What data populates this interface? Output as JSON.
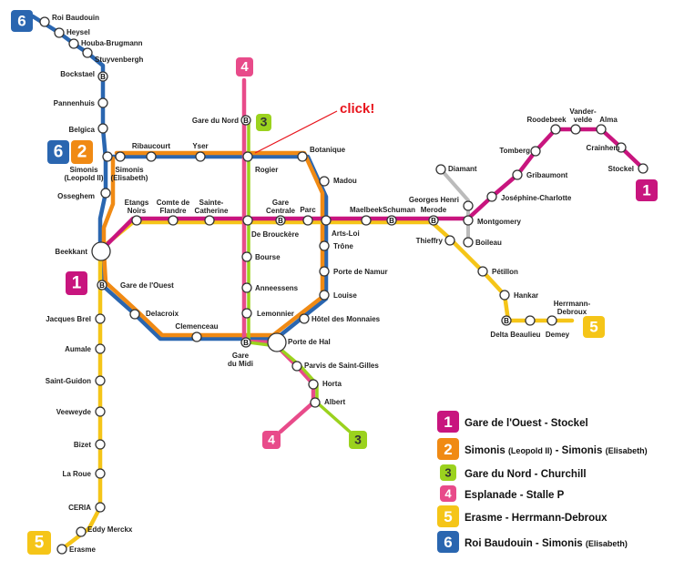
{
  "colors": {
    "line1": "#c8157e",
    "line2": "#f08a14",
    "line3": "#9bd21e",
    "line4": "#e84b8a",
    "line5": "#f5c518",
    "line6": "#2a66b0",
    "branch": "#bbbbbb",
    "annotation": "#e8141c"
  },
  "annotation": {
    "text": "click!"
  },
  "badges": [
    {
      "id": "b6-top",
      "text": "6",
      "line": "line6"
    },
    {
      "id": "b4-top",
      "text": "4",
      "line": "line4"
    },
    {
      "id": "b3-top",
      "text": "3",
      "line": "line3"
    },
    {
      "id": "b6-mid",
      "text": "6",
      "line": "line6"
    },
    {
      "id": "b2-mid",
      "text": "2",
      "line": "line2"
    },
    {
      "id": "b1-left",
      "text": "1",
      "line": "line1"
    },
    {
      "id": "b1-right",
      "text": "1",
      "line": "line1"
    },
    {
      "id": "b5-right",
      "text": "5",
      "line": "line5"
    },
    {
      "id": "b4-bottom",
      "text": "4",
      "line": "line4"
    },
    {
      "id": "b3-bottom",
      "text": "3",
      "line": "line3"
    },
    {
      "id": "b5-bottom",
      "text": "5",
      "line": "line5"
    }
  ],
  "train_marker": "B",
  "stations": [
    {
      "id": "roi-baudouin",
      "name": [
        "Roi Baudouin"
      ]
    },
    {
      "id": "heysel",
      "name": [
        "Heysel"
      ]
    },
    {
      "id": "houba-brugmann",
      "name": [
        "Houba-Brugmann"
      ]
    },
    {
      "id": "stuyvenbergh",
      "name": [
        "Stuyvenbergh"
      ]
    },
    {
      "id": "bockstael",
      "name": [
        "Bockstael"
      ]
    },
    {
      "id": "pannenhuis",
      "name": [
        "Pannenhuis"
      ]
    },
    {
      "id": "belgica",
      "name": [
        "Belgica"
      ]
    },
    {
      "id": "simonis-leopold",
      "name": [
        "Simonis",
        "(Leopold II)"
      ]
    },
    {
      "id": "simonis-elisabeth",
      "name": [
        "Simonis",
        "(Elisabeth)"
      ]
    },
    {
      "id": "ribaucourt",
      "name": [
        "Ribaucourt"
      ]
    },
    {
      "id": "yser",
      "name": [
        "Yser"
      ]
    },
    {
      "id": "rogier",
      "name": [
        "Rogier"
      ]
    },
    {
      "id": "botanique",
      "name": [
        "Botanique"
      ]
    },
    {
      "id": "madou",
      "name": [
        "Madou"
      ]
    },
    {
      "id": "osseghem",
      "name": [
        "Osseghem"
      ]
    },
    {
      "id": "etangs-noirs",
      "name": [
        "Etangs",
        "Noirs"
      ]
    },
    {
      "id": "comte-de-flandre",
      "name": [
        "Comte de",
        "Flandre"
      ]
    },
    {
      "id": "sainte-catherine",
      "name": [
        "Sainte-",
        "Catherine"
      ]
    },
    {
      "id": "de-brouckere",
      "name": [
        "De Brouckère"
      ]
    },
    {
      "id": "gare-centrale",
      "name": [
        "Gare",
        "Centrale"
      ]
    },
    {
      "id": "parc",
      "name": [
        "Parc"
      ]
    },
    {
      "id": "arts-loi",
      "name": [
        "Arts-Loi"
      ]
    },
    {
      "id": "maelbeek",
      "name": [
        "Maelbeek"
      ]
    },
    {
      "id": "schuman",
      "name": [
        "Schuman"
      ]
    },
    {
      "id": "merode",
      "name": [
        "Merode"
      ]
    },
    {
      "id": "montgomery",
      "name": [
        "Montgomery"
      ]
    },
    {
      "id": "beekkant",
      "name": [
        "Beekkant"
      ]
    },
    {
      "id": "gare-de-louest",
      "name": [
        "Gare de l'Ouest"
      ]
    },
    {
      "id": "gare-du-nord",
      "name": [
        "Gare du Nord"
      ]
    },
    {
      "id": "bourse",
      "name": [
        "Bourse"
      ]
    },
    {
      "id": "anneessens",
      "name": [
        "Anneessens"
      ]
    },
    {
      "id": "lemonnier",
      "name": [
        "Lemonnier"
      ]
    },
    {
      "id": "gare-du-midi",
      "name": [
        "Gare",
        "du Midi"
      ]
    },
    {
      "id": "porte-de-hal",
      "name": [
        "Porte de Hal"
      ]
    },
    {
      "id": "parvis-de-saint-gilles",
      "name": [
        "Parvis de Saint-Gilles"
      ]
    },
    {
      "id": "horta",
      "name": [
        "Horta"
      ]
    },
    {
      "id": "albert",
      "name": [
        "Albert"
      ]
    },
    {
      "id": "trone",
      "name": [
        "Trône"
      ]
    },
    {
      "id": "porte-de-namur",
      "name": [
        "Porte de Namur"
      ]
    },
    {
      "id": "louise",
      "name": [
        "Louise"
      ]
    },
    {
      "id": "hotel-des-monnaies",
      "name": [
        "Hôtel des Monnaies"
      ]
    },
    {
      "id": "delacroix",
      "name": [
        "Delacroix"
      ]
    },
    {
      "id": "clemenceau",
      "name": [
        "Clemenceau"
      ]
    },
    {
      "id": "jacques-brel",
      "name": [
        "Jacques Brel"
      ]
    },
    {
      "id": "aumale",
      "name": [
        "Aumale"
      ]
    },
    {
      "id": "saint-guidon",
      "name": [
        "Saint-Guidon"
      ]
    },
    {
      "id": "veeweyde",
      "name": [
        "Veeweyde"
      ]
    },
    {
      "id": "bizet",
      "name": [
        "Bizet"
      ]
    },
    {
      "id": "la-roue",
      "name": [
        "La Roue"
      ]
    },
    {
      "id": "ceria",
      "name": [
        "CERIA"
      ]
    },
    {
      "id": "eddy-merckx",
      "name": [
        "Eddy Merckx"
      ]
    },
    {
      "id": "erasme",
      "name": [
        "Erasme"
      ]
    },
    {
      "id": "thieffry",
      "name": [
        "Thieffry"
      ]
    },
    {
      "id": "petillon",
      "name": [
        "Pétillon"
      ]
    },
    {
      "id": "hankar",
      "name": [
        "Hankar"
      ]
    },
    {
      "id": "delta-beaulieu",
      "name": [
        "Delta Beaulieu"
      ]
    },
    {
      "id": "demey",
      "name": [
        "Demey"
      ]
    },
    {
      "id": "herrmann-debroux",
      "name": [
        "Herrmann-",
        "Debroux"
      ]
    },
    {
      "id": "diamant",
      "name": [
        "Diamant"
      ]
    },
    {
      "id": "georges-henri",
      "name": [
        "Georges Henri"
      ]
    },
    {
      "id": "boileau",
      "name": [
        "Boileau"
      ]
    },
    {
      "id": "josephine-charlotte",
      "name": [
        "Joséphine-Charlotte"
      ]
    },
    {
      "id": "gribaumont",
      "name": [
        "Gribaumont"
      ]
    },
    {
      "id": "tomberg",
      "name": [
        "Tomberg"
      ]
    },
    {
      "id": "roodebeek",
      "name": [
        "Roodebeek"
      ]
    },
    {
      "id": "vandervelde",
      "name": [
        "Vander-",
        "velde"
      ]
    },
    {
      "id": "alma",
      "name": [
        "Alma"
      ]
    },
    {
      "id": "crainhem",
      "name": [
        "Crainhem"
      ]
    },
    {
      "id": "stockel",
      "name": [
        "Stockel"
      ]
    }
  ],
  "legend": [
    {
      "line": "line1",
      "number": "1",
      "parts": [
        {
          "t": "Gare de l'Ouest - Stockel",
          "small": false
        }
      ]
    },
    {
      "line": "line2",
      "number": "2",
      "parts": [
        {
          "t": "Simonis ",
          "small": false
        },
        {
          "t": "(Leopold II)",
          "small": true
        },
        {
          "t": " - Simonis ",
          "small": false
        },
        {
          "t": "(Elisabeth)",
          "small": true
        }
      ]
    },
    {
      "line": "line3",
      "number": "3",
      "parts": [
        {
          "t": "Gare du Nord - Churchill",
          "small": false
        }
      ]
    },
    {
      "line": "line4",
      "number": "4",
      "parts": [
        {
          "t": "Esplanade - Stalle P",
          "small": false
        }
      ]
    },
    {
      "line": "line5",
      "number": "5",
      "parts": [
        {
          "t": "Erasme - Herrmann-Debroux",
          "small": false
        }
      ]
    },
    {
      "line": "line6",
      "number": "6",
      "parts": [
        {
          "t": "Roi Baudouin - Simonis ",
          "small": false
        },
        {
          "t": "(Elisabeth)",
          "small": true
        }
      ]
    }
  ]
}
